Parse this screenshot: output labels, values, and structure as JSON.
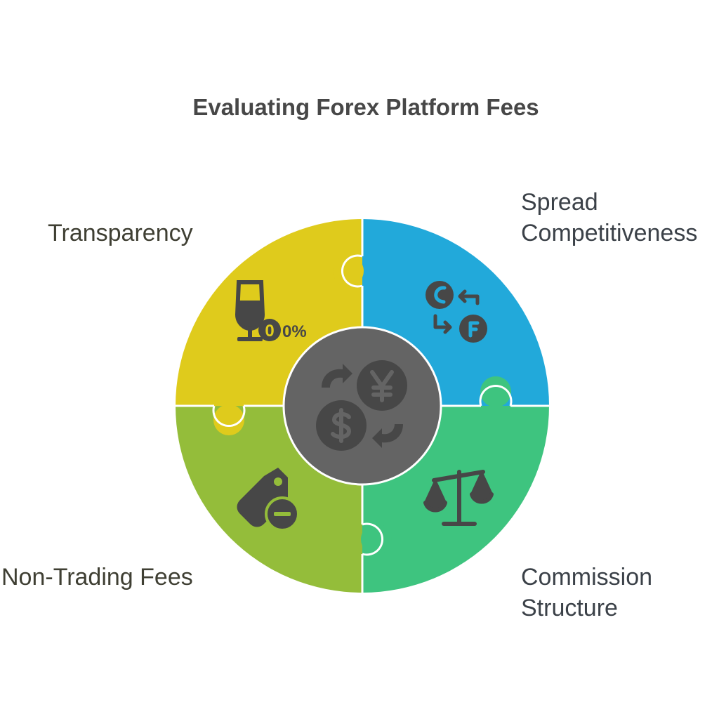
{
  "title": "Evaluating Forex Platform Fees",
  "segments": [
    {
      "label": "Transparency",
      "color": "#dfcb1c",
      "icon": "wine-glass-zero-percent-icon"
    },
    {
      "label": "Spread\nCompetitiveness",
      "color": "#22a9da",
      "icon": "currency-exchange-icon"
    },
    {
      "label": "Non-Trading Fees",
      "color": "#94bd3a",
      "icon": "price-tag-minus-icon"
    },
    {
      "label": "Commission\nStructure",
      "color": "#3ec47f",
      "icon": "balance-scale-icon"
    }
  ],
  "center": {
    "color": "#646464",
    "icon": "dollar-yen-exchange-icon"
  },
  "transparency_icon_text": "0%"
}
